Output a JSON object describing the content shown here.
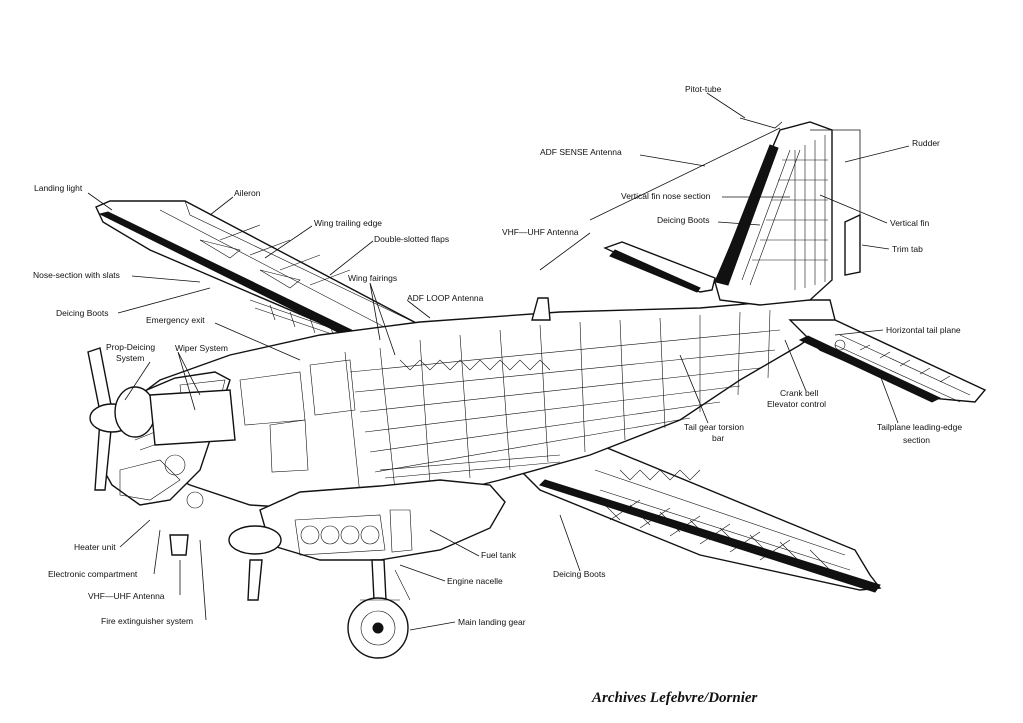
{
  "diagram": {
    "credit": "Archives Lefebvre/Dornier",
    "labels": [
      {
        "id": "landing-light",
        "text": "Landing light"
      },
      {
        "id": "aileron",
        "text": "Aileron"
      },
      {
        "id": "wing-trailing-edge",
        "text": "Wing trailing edge"
      },
      {
        "id": "double-slotted-flaps",
        "text": "Double-slotted flaps"
      },
      {
        "id": "nose-section-slats",
        "text": "Nose-section with slats"
      },
      {
        "id": "wing-fairings",
        "text": "Wing fairings"
      },
      {
        "id": "deicing-boots-wing",
        "text": "Deicing Boots"
      },
      {
        "id": "adf-loop-antenna",
        "text": "ADF LOOP Antenna"
      },
      {
        "id": "emergency-exit",
        "text": "Emergency exit"
      },
      {
        "id": "prop-deicing-1",
        "text": "Prop-Deicing"
      },
      {
        "id": "prop-deicing-2",
        "text": "System"
      },
      {
        "id": "wiper-system",
        "text": "Wiper System"
      },
      {
        "id": "pitot-tube",
        "text": "Pitot-tube"
      },
      {
        "id": "adf-sense-antenna",
        "text": "ADF SENSE Antenna"
      },
      {
        "id": "rudder",
        "text": "Rudder"
      },
      {
        "id": "vertical-fin-nose",
        "text": "Vertical fin nose section"
      },
      {
        "id": "deicing-boots-tail",
        "text": "Deicing Boots"
      },
      {
        "id": "vertical-fin",
        "text": "Vertical fin"
      },
      {
        "id": "vhf-uhf-antenna-top",
        "text": "VHF—UHF Antenna"
      },
      {
        "id": "trim-tab",
        "text": "Trim tab"
      },
      {
        "id": "horizontal-tail-plane",
        "text": "Horizontal tail plane"
      },
      {
        "id": "crank-bell-1",
        "text": "Crank bell"
      },
      {
        "id": "crank-bell-2",
        "text": "Elevator control"
      },
      {
        "id": "tail-gear-1",
        "text": "Tail gear torsion"
      },
      {
        "id": "tail-gear-2",
        "text": "bar"
      },
      {
        "id": "tailplane-le-1",
        "text": "Tailplane leading-edge"
      },
      {
        "id": "tailplane-le-2",
        "text": "section"
      },
      {
        "id": "heater-unit",
        "text": "Heater unit"
      },
      {
        "id": "electronic-compartment",
        "text": "Electronic compartment"
      },
      {
        "id": "vhf-uhf-antenna-bottom",
        "text": "VHF—UHF Antenna"
      },
      {
        "id": "fire-extinguisher",
        "text": "Fire extinguisher system"
      },
      {
        "id": "fuel-tank",
        "text": "Fuel tank"
      },
      {
        "id": "engine-nacelle",
        "text": "Engine nacelle"
      },
      {
        "id": "deicing-boots-lower",
        "text": "Deicing Boots"
      },
      {
        "id": "main-landing-gear",
        "text": "Main landing gear"
      }
    ]
  }
}
